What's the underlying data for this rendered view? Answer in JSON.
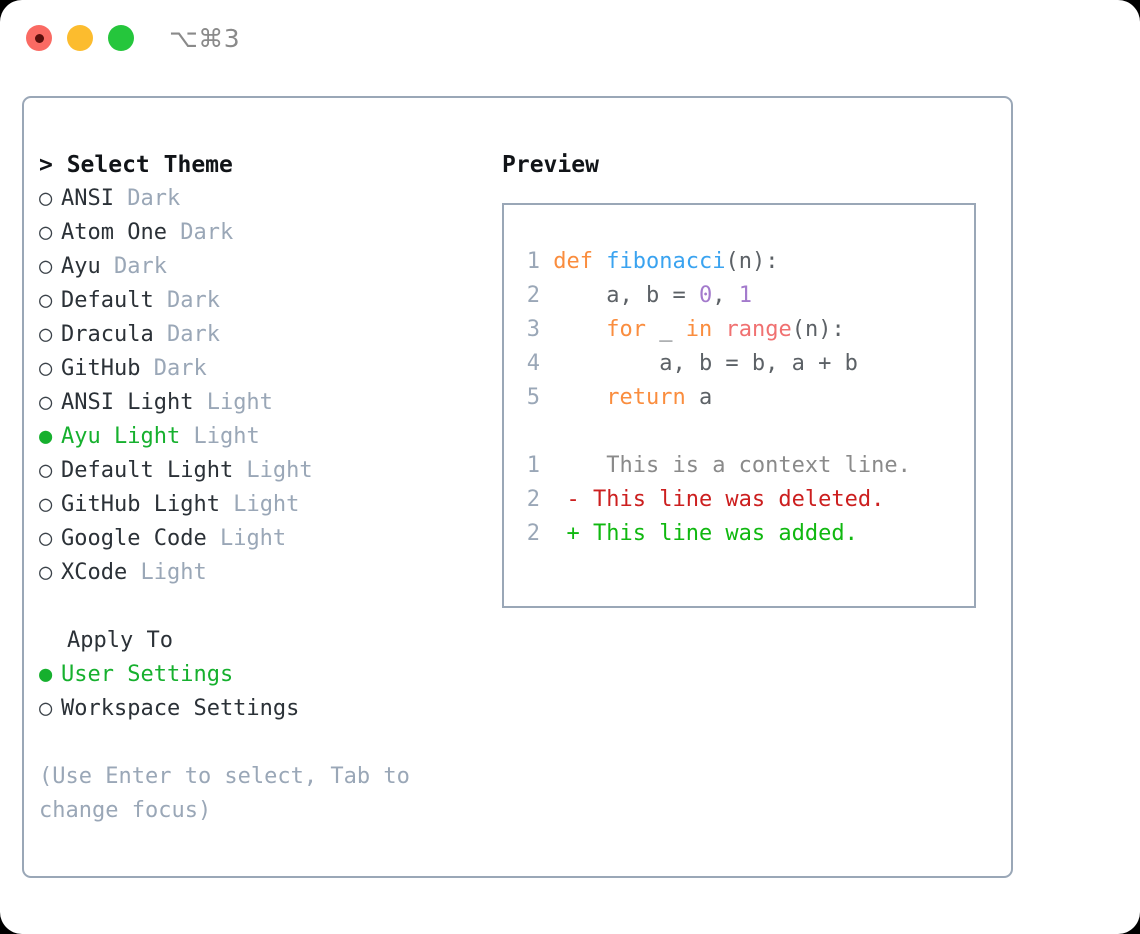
{
  "titlebar": {
    "shortcut": "⌥⌘3",
    "buttons": [
      {
        "name": "close",
        "color": "#fa6a63"
      },
      {
        "name": "minimize",
        "color": "#fcbc2e"
      },
      {
        "name": "maximize",
        "color": "#25c63c"
      }
    ]
  },
  "left": {
    "title": "> Select Theme",
    "themes": [
      {
        "name": "ANSI",
        "kind": "Dark",
        "selected": false
      },
      {
        "name": "Atom One",
        "kind": "Dark",
        "selected": false
      },
      {
        "name": "Ayu",
        "kind": "Dark",
        "selected": false
      },
      {
        "name": "Default",
        "kind": "Dark",
        "selected": false
      },
      {
        "name": "Dracula",
        "kind": "Dark",
        "selected": false
      },
      {
        "name": "GitHub",
        "kind": "Dark",
        "selected": false
      },
      {
        "name": "ANSI Light",
        "kind": "Light",
        "selected": false
      },
      {
        "name": "Ayu Light",
        "kind": "Light",
        "selected": true
      },
      {
        "name": "Default Light",
        "kind": "Light",
        "selected": false
      },
      {
        "name": "GitHub Light",
        "kind": "Light",
        "selected": false
      },
      {
        "name": "Google Code",
        "kind": "Light",
        "selected": false
      },
      {
        "name": "XCode",
        "kind": "Light",
        "selected": false
      }
    ],
    "apply_to_label": "Apply To",
    "apply_to": [
      {
        "name": "User Settings",
        "selected": true
      },
      {
        "name": "Workspace Settings",
        "selected": false
      }
    ],
    "hint": "(Use Enter to select, Tab to change focus)",
    "bullet_selected": "●",
    "bullet_unselected": "○"
  },
  "right": {
    "title": "Preview",
    "code": [
      {
        "lno": "1",
        "tokens": [
          {
            "t": " def ",
            "c": "kw"
          },
          {
            "t": "fibonacci",
            "c": "fn"
          },
          {
            "t": "(n):",
            "c": "plain"
          }
        ]
      },
      {
        "lno": "2",
        "tokens": [
          {
            "t": "     a, b = ",
            "c": "plain"
          },
          {
            "t": "0",
            "c": "num"
          },
          {
            "t": ", ",
            "c": "plain"
          },
          {
            "t": "1",
            "c": "num"
          }
        ]
      },
      {
        "lno": "3",
        "tokens": [
          {
            "t": "     for ",
            "c": "kw"
          },
          {
            "t": "_ ",
            "c": "plain"
          },
          {
            "t": "in ",
            "c": "kw"
          },
          {
            "t": "range",
            "c": "call"
          },
          {
            "t": "(n):",
            "c": "plain"
          }
        ]
      },
      {
        "lno": "4",
        "tokens": [
          {
            "t": "         a, b = b, a + b",
            "c": "plain"
          }
        ]
      },
      {
        "lno": "5",
        "tokens": [
          {
            "t": "     return ",
            "c": "kw"
          },
          {
            "t": "a",
            "c": "plain"
          }
        ]
      }
    ],
    "diff": [
      {
        "lno": "1",
        "marker": "  ",
        "text": " This is a context line.",
        "kind": "ctx"
      },
      {
        "lno": "2",
        "marker": "- ",
        "text": "This line was deleted.",
        "kind": "del"
      },
      {
        "lno": "2",
        "marker": "+ ",
        "text": "This line was added.",
        "kind": "add"
      }
    ]
  },
  "colors": {
    "border": "#9aa7b7",
    "accent_green": "#16b02e",
    "muted": "#9aa7b7",
    "kw_orange": "#fa8d3e",
    "fn_blue": "#3aa3f0",
    "num_purple": "#a37acc",
    "call_red": "#f07171",
    "diff_add": "#10b810",
    "diff_del": "#cc1f1f"
  }
}
